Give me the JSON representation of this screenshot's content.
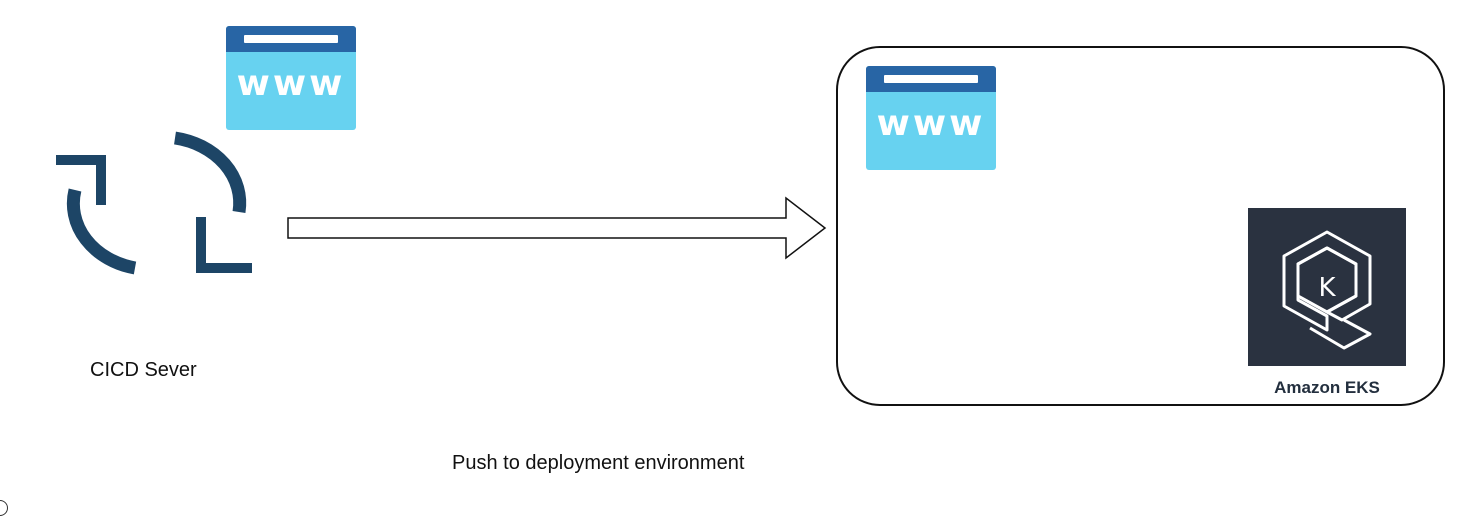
{
  "www_icon": {
    "text": "www"
  },
  "cicd": {
    "label": "CICD Sever"
  },
  "push": {
    "label": "Push to deployment environment"
  },
  "eks": {
    "label": "Amazon EKS",
    "glyph": "K"
  },
  "icons": {
    "cicd": "refresh-cycle-icon",
    "www": "www-browser-icon",
    "eks": "amazon-eks-icon",
    "arrow": "right-arrow-icon"
  },
  "colors": {
    "www_bar": "#2865a5",
    "www_body": "#67d2f0",
    "cycle": "#1d4566",
    "eks_tile": "#2a3240"
  }
}
